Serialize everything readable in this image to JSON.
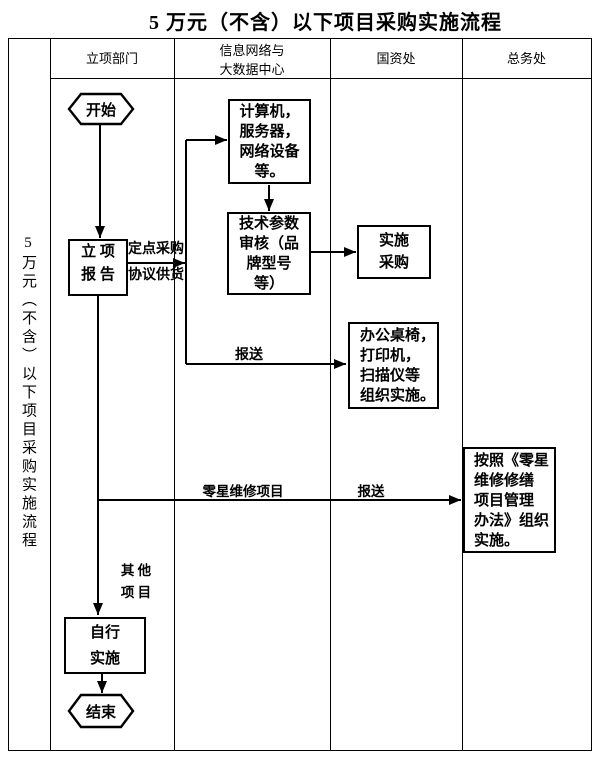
{
  "title": "5 万元（不含）以下项目采购实施流程",
  "side_label": "5万元（不含）以下项目采购实施流程",
  "lanes": {
    "lane1": "立项部门",
    "lane2": "信息网络与\n大数据中心",
    "lane3": "国资处",
    "lane4": "总务处"
  },
  "nodes": {
    "start": "开始",
    "project_report": "立 项\n报 告",
    "computers": "计算机，\n服务器，\n网络设备\n等。",
    "tech_review": "技术参数\n审核（品\n牌型号\n等）",
    "implement_procurement": "实施\n采购",
    "office_equipment": "办公桌椅，\n打印机，\n扫描仪等\n组织实施。",
    "repair_measures": "按照《零星\n维修修缮\n项目管理\n办法》组织\n实施。",
    "self_implement": "自行\n实施",
    "end": "结束"
  },
  "edges": {
    "fixed_point_supply": "定点采购\n协议供货",
    "submit_1": "报送",
    "sporadic_repair": "零星维修项目",
    "submit_2": "报送",
    "other_projects": "其 他\n项 目"
  },
  "colors": {
    "line": "#000000",
    "background": "#ffffff"
  }
}
